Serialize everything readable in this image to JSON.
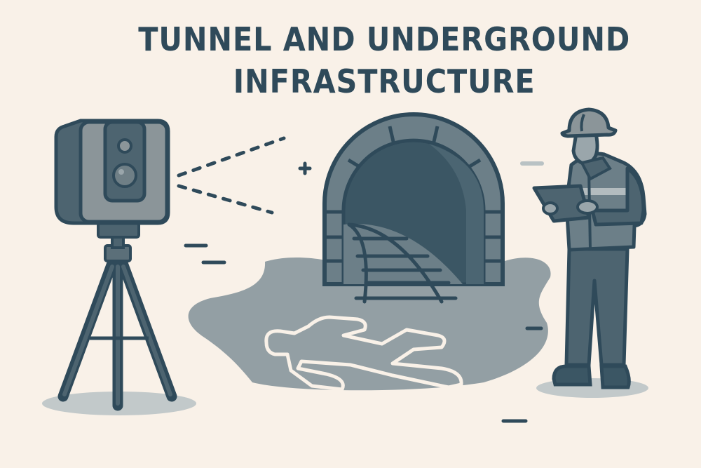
{
  "title": {
    "line1": "TUNNEL AND UNDERGROUND",
    "line2": "INFRASTRUCTURE"
  },
  "illustration": {
    "elements": [
      "laser-scanner-on-tripod",
      "scan-beam-lines",
      "railway-tunnel",
      "chalk-body-outline",
      "engineer-with-tablet"
    ]
  },
  "colors": {
    "background": "#f9f1e8",
    "ink": "#2f4a5a",
    "mid_gray": "#8f9ea5",
    "light_gray": "#b9c2c4",
    "chalk": "#f9f1e8"
  }
}
